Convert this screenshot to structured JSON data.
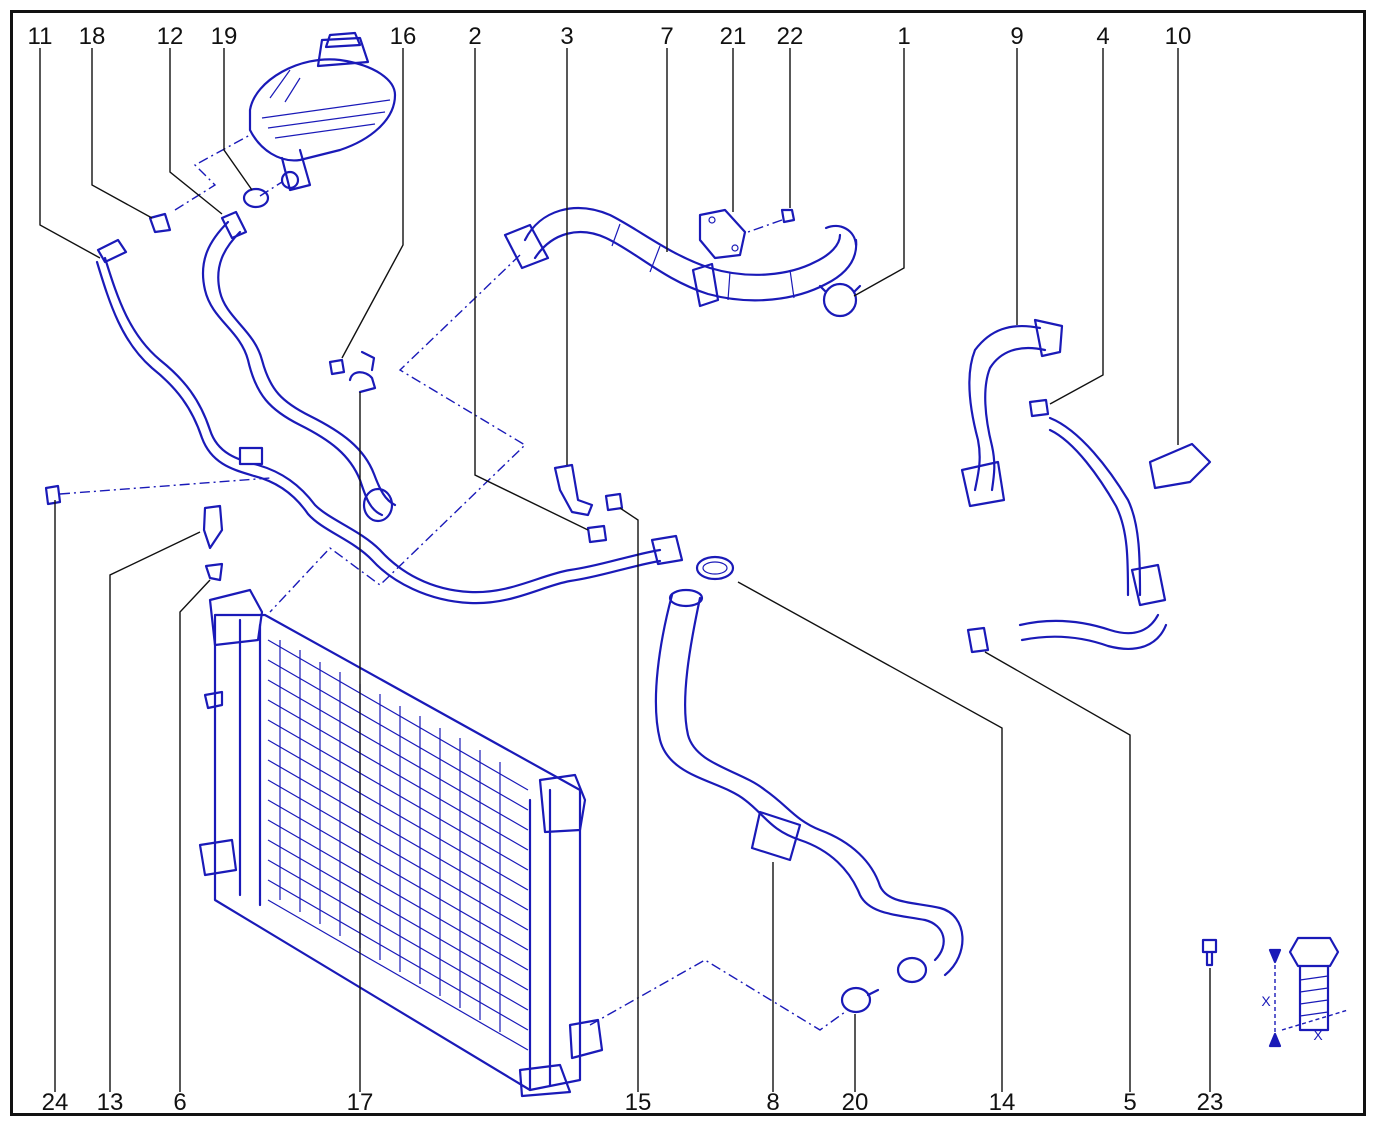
{
  "diagram": {
    "accent_color": "#1a1ab8",
    "callouts_top": [
      "11",
      "18",
      "12",
      "19",
      "16",
      "2",
      "3",
      "7",
      "21",
      "22",
      "1",
      "9",
      "4",
      "10"
    ],
    "callouts_bottom": [
      "24",
      "13",
      "6",
      "17",
      "15",
      "8",
      "20",
      "14",
      "5",
      "23"
    ],
    "dimension_label": "X"
  }
}
